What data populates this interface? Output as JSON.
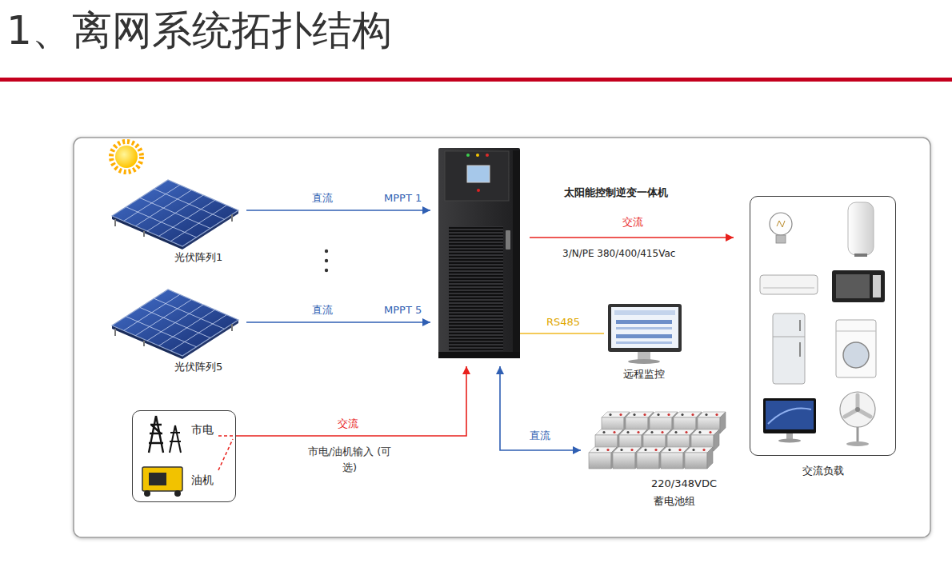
{
  "diagram": {
    "title": "1、离网系统拓扑结构",
    "nodes": [
      {
        "text": [
          "光伏阵列1"
        ]
      },
      {
        "text": [
          "光伏阵列5"
        ]
      },
      {
        "text": [
          "太阳能控制逆变一体机"
        ]
      },
      {
        "text": [
          "远程监控"
        ]
      },
      {
        "text": [
          "市电",
          "油机"
        ]
      },
      {
        "text": [
          "220/348VDC",
          "蓄电池组"
        ]
      },
      {
        "text": [
          "交流负载"
        ]
      }
    ],
    "edges": [
      {
        "from": 0,
        "to": 2,
        "arrow": "to",
        "label": "直流"
      },
      {
        "from": 1,
        "to": 2,
        "arrow": "to",
        "label": "直流"
      },
      {
        "from": 2,
        "to": 6,
        "arrow": "to",
        "label": "交流"
      },
      {
        "from": 2,
        "to": 3,
        "arrow": "none",
        "label": "RS485"
      },
      {
        "from": 4,
        "to": 2,
        "arrow": "to",
        "label": "交流"
      },
      {
        "from": 2,
        "to": 5,
        "arrow": "both",
        "label": "直流"
      }
    ],
    "labels": [
      "MPPT 1",
      "MPPT 5",
      "3/N/PE 380/400/415Vac",
      "市电/油机输入 (可选)"
    ]
  }
}
